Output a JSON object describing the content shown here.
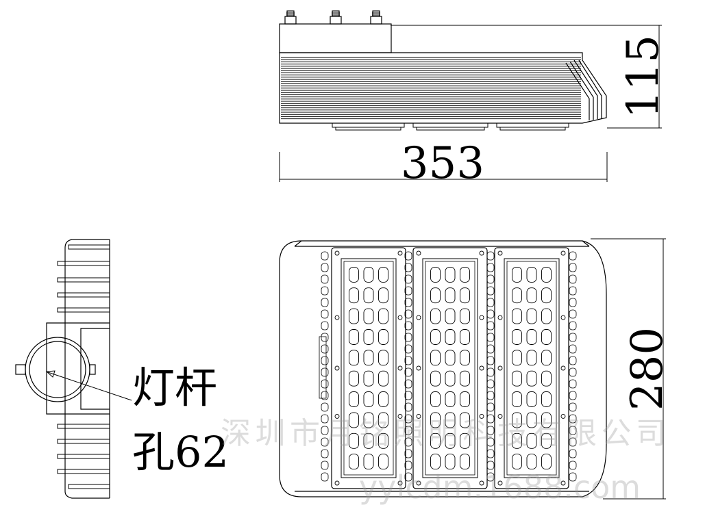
{
  "dimensions": {
    "length": "353",
    "height": "115",
    "width": "280"
  },
  "callout": {
    "line1": "灯杆",
    "line2": "孔62"
  },
  "watermark": {
    "company": "深圳市月铭照明科技有限公司",
    "site": "yylcdm.1688.com"
  }
}
